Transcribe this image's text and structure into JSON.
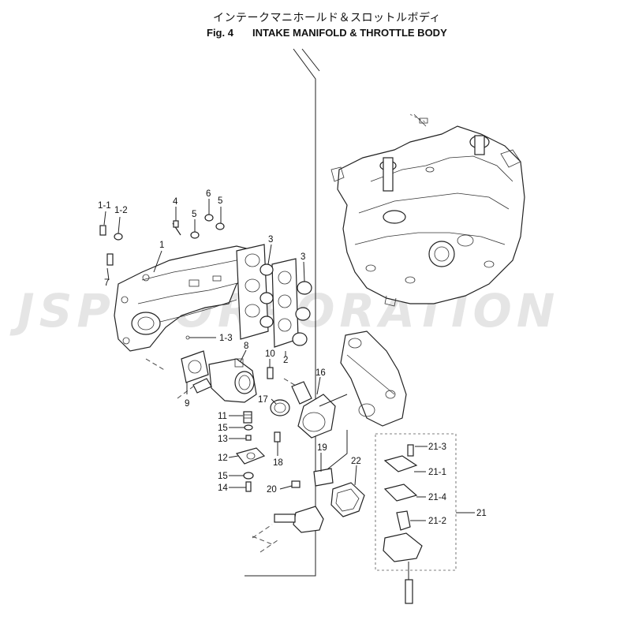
{
  "header": {
    "title_jp": "インテークマニホールド＆スロットルボディ",
    "fig_number": "Fig. 4",
    "title_en": "INTAKE MANIFOLD & THROTTLE BODY"
  },
  "watermark": "JSP CORPORATION",
  "callouts": {
    "c1_1": "1-1",
    "c1_2": "1-2",
    "c1": "1",
    "c1_3": "1-3",
    "c2": "2",
    "c3a": "3",
    "c3b": "3",
    "c4": "4",
    "c5a": "5",
    "c5b": "5",
    "c6": "6",
    "c7": "7",
    "c8": "8",
    "c9": "9",
    "c10": "10",
    "c11": "11",
    "c12": "12",
    "c13": "13",
    "c14": "14",
    "c15a": "15",
    "c15b": "15",
    "c16": "16",
    "c17": "17",
    "c18": "18",
    "c19": "19",
    "c20": "20",
    "c21": "21",
    "c21_1": "21-1",
    "c21_2": "21-2",
    "c21_3": "21-3",
    "c21_4": "21-4",
    "c22": "22"
  }
}
